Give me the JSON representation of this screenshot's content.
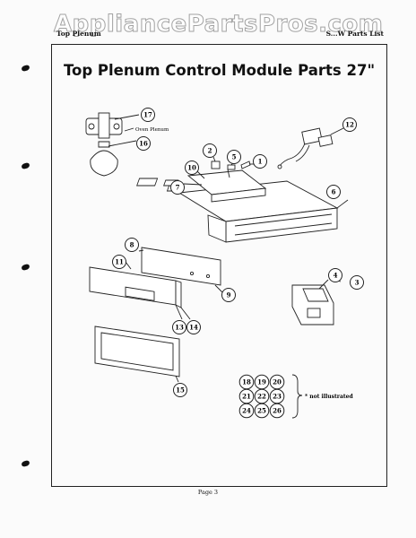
{
  "watermark": "AppliancePartsPros.com",
  "header": {
    "left": "Top Plenum",
    "right": "S...W Parts List"
  },
  "title": "Top Plenum Control Module Parts 27\"",
  "labels": {
    "oven_plenum": "Oven Plenum",
    "not_illustrated": "* not illustrated"
  },
  "callouts": [
    "1",
    "2",
    "3",
    "4",
    "5",
    "6",
    "7",
    "8",
    "9",
    "10",
    "11",
    "12",
    "13",
    "14",
    "15",
    "16",
    "17"
  ],
  "not_illustrated_callouts": [
    "18",
    "19",
    "20",
    "21",
    "22",
    "23",
    "24",
    "25",
    "26"
  ],
  "footer": {
    "page": "Page 3"
  }
}
